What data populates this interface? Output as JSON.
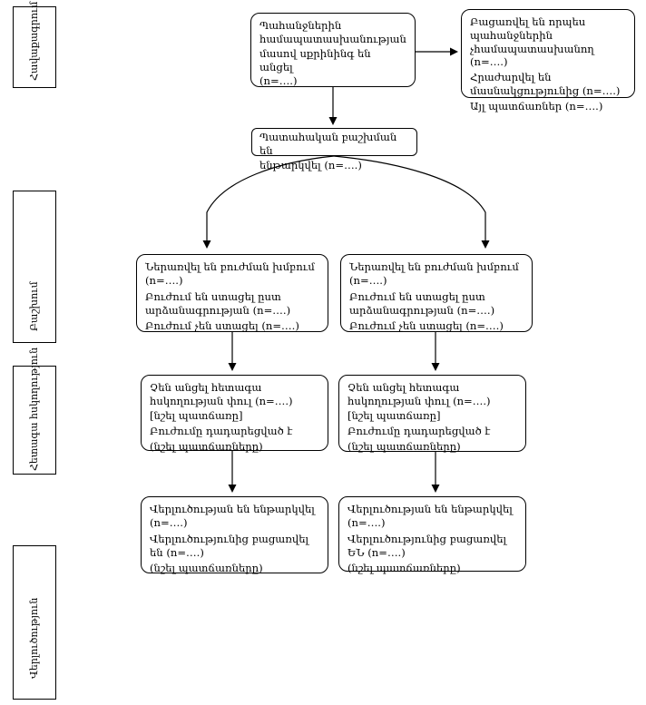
{
  "diagram": {
    "stages": {
      "recruitment": "Հավաքագրում",
      "allocation": "Բաշխում",
      "follow_up": "Հետագա հսկողություն",
      "analysis": "Վերլուծություն"
    },
    "screening": {
      "text": "Պահանջներին\nհամապատասխանության\nմասով սքրինինգ են անցել\n(n=….)"
    },
    "excluded": {
      "items": [
        "Բացառվել են որպես պահանջներին չհամապատասխանող (n=….)",
        "Հրաժարվել են մասնակցությունից (n=….)",
        "Այլ պատճառներ (n=….)"
      ]
    },
    "randomized": {
      "text": "Պատահական բաշխման են\nենթարկվել (n=….)"
    },
    "allocation_left": {
      "p1": "Ներառվել են բուժման խմբում (n=….)",
      "p2": "Բուժում են ստացել ըստ արձանագրության (n=….)",
      "p3": "Բուժում չեն ստացել (n=….)"
    },
    "allocation_right": {
      "p1": "Ներառվել են բուժման խմբում (n=….)",
      "p2": "Բուժում են ստացել ըստ արձանագրության (n=….)",
      "p3": "Բուժում չեն ստացել (n=….)"
    },
    "follow_up_left": {
      "p1": "Չեն անցել հետագա հսկողության փուլ (n=….) [նշել պատճառը]",
      "p2": "Բուժումը դադարեցված է",
      "p3": "(նշել պատճառները)"
    },
    "follow_up_right": {
      "p1": "Չեն անցել հետագա հսկողության փուլ (n=….) [նշել պատճառը]",
      "p2": "Բուժումը դադարեցված է",
      "p3": "(նշել պատճառները)"
    },
    "analysis_left": {
      "p1": "Վերլուծության են ենթարկվել (n=….)",
      "p2": "Վերլուծությունից բացառվել են (n=….)",
      "p3": "(նշել պատճառները)"
    },
    "analysis_right": {
      "p1": "Վերլուծության են ենթարկվել (n=….)",
      "p2": "Վերլուծությունից բացառվել ԵՆ (n=….)",
      "p3": "(նշել պատճառները)"
    },
    "colors": {
      "background": "#ffffff",
      "line": "#000000",
      "box_border": "#000000",
      "text": "#000000"
    }
  }
}
